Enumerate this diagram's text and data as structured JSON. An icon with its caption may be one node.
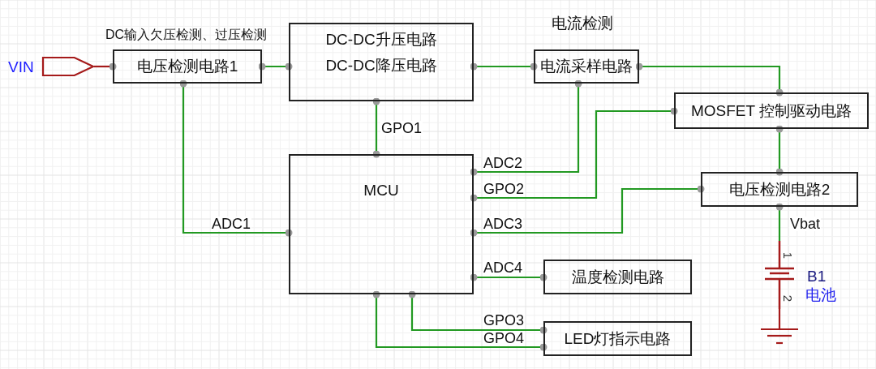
{
  "diagram": {
    "nodes": [
      {
        "text": [],
        "shape": "pentagon",
        "beside": [
          "VIN"
        ]
      },
      {
        "text": [
          "电压检测电路1"
        ],
        "beside": [
          "DC输入欠压检测、过压检测"
        ]
      },
      {
        "text": [
          "DC-DC升压电路",
          "DC-DC降压电路"
        ]
      },
      {
        "text": [
          "电流采样电路"
        ],
        "beside": [
          "电流检测"
        ]
      },
      {
        "text": [
          "MOSFET 控制驱动电路"
        ]
      },
      {
        "text": [
          "MCU"
        ]
      },
      {
        "text": [
          "电压检测电路2"
        ]
      },
      {
        "text": [
          "温度检测电路"
        ]
      },
      {
        "text": [
          "LED灯指示电路"
        ]
      },
      {
        "text": [],
        "shape": "battery",
        "beside": [
          "B1",
          "电池"
        ]
      },
      {
        "text": [],
        "shape": "ground"
      }
    ],
    "edges": [
      {
        "from": 0,
        "to": 1,
        "arrow": "other",
        "color": "#a51a1a"
      },
      {
        "from": 1,
        "to": 2,
        "arrow": "other"
      },
      {
        "from": 2,
        "to": 3,
        "arrow": "other"
      },
      {
        "from": 3,
        "to": 4,
        "arrow": "other"
      },
      {
        "from": 2,
        "to": 5,
        "arrow": "other",
        "label": "GPO1"
      },
      {
        "from": 1,
        "to": 5,
        "arrow": "other",
        "label": "ADC1"
      },
      {
        "from": 5,
        "to": 3,
        "arrow": "other",
        "label": "ADC2"
      },
      {
        "from": 5,
        "to": 4,
        "arrow": "other",
        "label": "GPO2"
      },
      {
        "from": 5,
        "to": 6,
        "arrow": "other",
        "label": "ADC3"
      },
      {
        "from": 4,
        "to": 6,
        "arrow": "other"
      },
      {
        "from": 5,
        "to": 7,
        "arrow": "other",
        "label": "ADC4"
      },
      {
        "from": 5,
        "to": 8,
        "arrow": "other",
        "label": "GPO3"
      },
      {
        "from": 5,
        "to": 8,
        "arrow": "other",
        "label": "GPO4"
      },
      {
        "from": 6,
        "to": 9,
        "arrow": "other",
        "label": "Vbat"
      },
      {
        "from": 9,
        "to": 10,
        "arrow": "none",
        "color": "#a51a1a"
      }
    ],
    "labels": [
      "1",
      "2"
    ]
  }
}
